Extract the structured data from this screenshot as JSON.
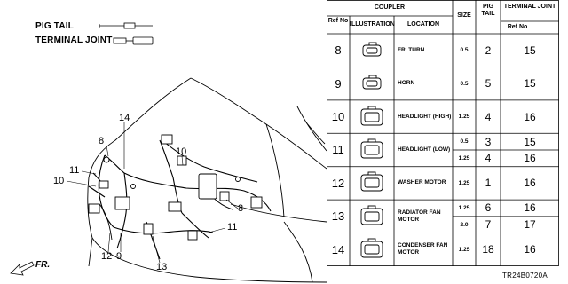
{
  "legend": {
    "pig_tail": "PIG TAIL",
    "terminal_joint": "TERMINAL JOINT"
  },
  "callouts": [
    "8",
    "14",
    "10",
    "11",
    "10",
    "12",
    "9",
    "13",
    "8",
    "11"
  ],
  "direction": "FR.",
  "diagram_code": "TR24B0720A",
  "table": {
    "headers": {
      "coupler": "COUPLER",
      "ref_no": "Ref No",
      "illustration": "ILLUSTRATION",
      "location": "LOCATION",
      "size": "SIZE",
      "pig_tail": "PIG TAIL",
      "terminal_joint": "TERMINAL JOINT",
      "ref_no_sub": "Ref No"
    },
    "rows": [
      {
        "ref": "8",
        "location": "FR. TURN",
        "entries": [
          {
            "size": "0.5",
            "pig": "2",
            "joint": "15"
          }
        ]
      },
      {
        "ref": "9",
        "location": "HORN",
        "entries": [
          {
            "size": "0.5",
            "pig": "5",
            "joint": "15"
          }
        ]
      },
      {
        "ref": "10",
        "location": "HEADLIGHT (HIGH)",
        "entries": [
          {
            "size": "1.25",
            "pig": "4",
            "joint": "16"
          }
        ]
      },
      {
        "ref": "11",
        "location": "HEADLIGHT (LOW)",
        "entries": [
          {
            "size": "0.5",
            "pig": "3",
            "joint": "15"
          },
          {
            "size": "1.25",
            "pig": "4",
            "joint": "16"
          }
        ]
      },
      {
        "ref": "12",
        "location": "WASHER MOTOR",
        "entries": [
          {
            "size": "1.25",
            "pig": "1",
            "joint": "16"
          }
        ]
      },
      {
        "ref": "13",
        "location": "RADIATOR FAN MOTOR",
        "entries": [
          {
            "size": "1.25",
            "pig": "6",
            "joint": "16"
          },
          {
            "size": "2.0",
            "pig": "7",
            "joint": "17"
          }
        ]
      },
      {
        "ref": "14",
        "location": "CONDENSER FAN MOTOR",
        "entries": [
          {
            "size": "1.25",
            "pig": "18",
            "joint": "16"
          }
        ]
      }
    ]
  }
}
